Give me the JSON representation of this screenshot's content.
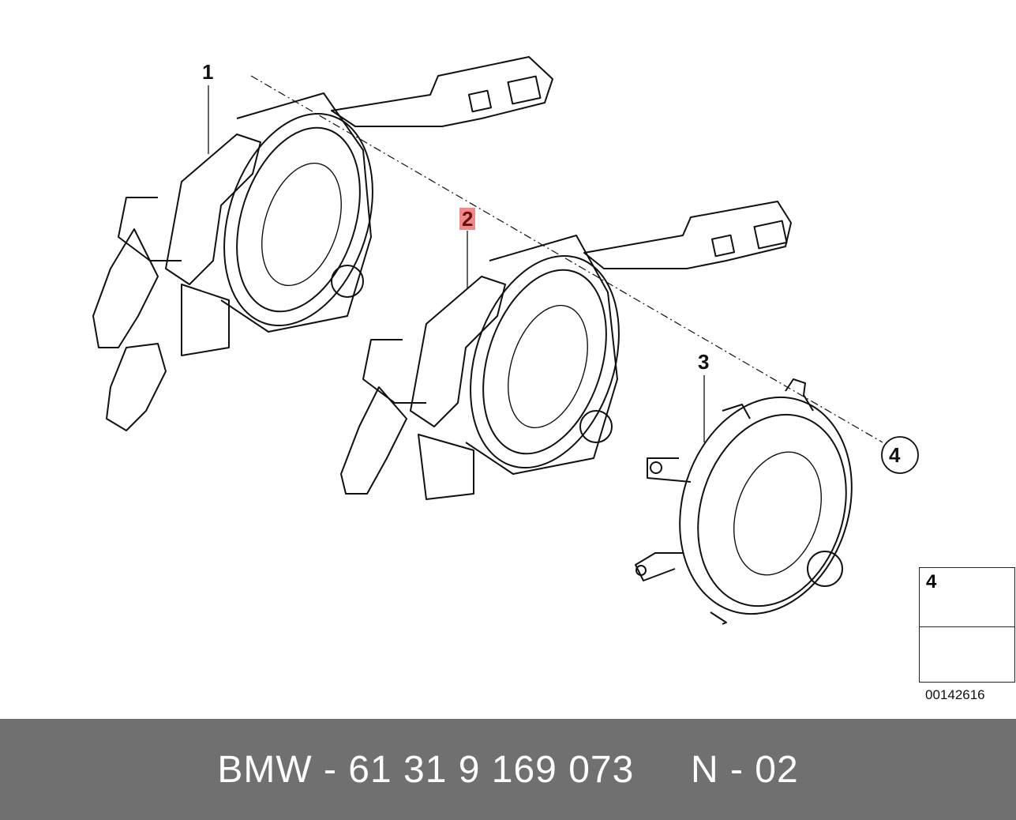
{
  "diagram": {
    "callouts": [
      "1",
      "2",
      "3",
      "4"
    ],
    "legend_item_number": "4",
    "document_number": "00142616",
    "highlight_color": "#f08a8a"
  },
  "footer": {
    "text": "BMW - 61 31 9 169 073     N - 02",
    "background": "#707070"
  }
}
